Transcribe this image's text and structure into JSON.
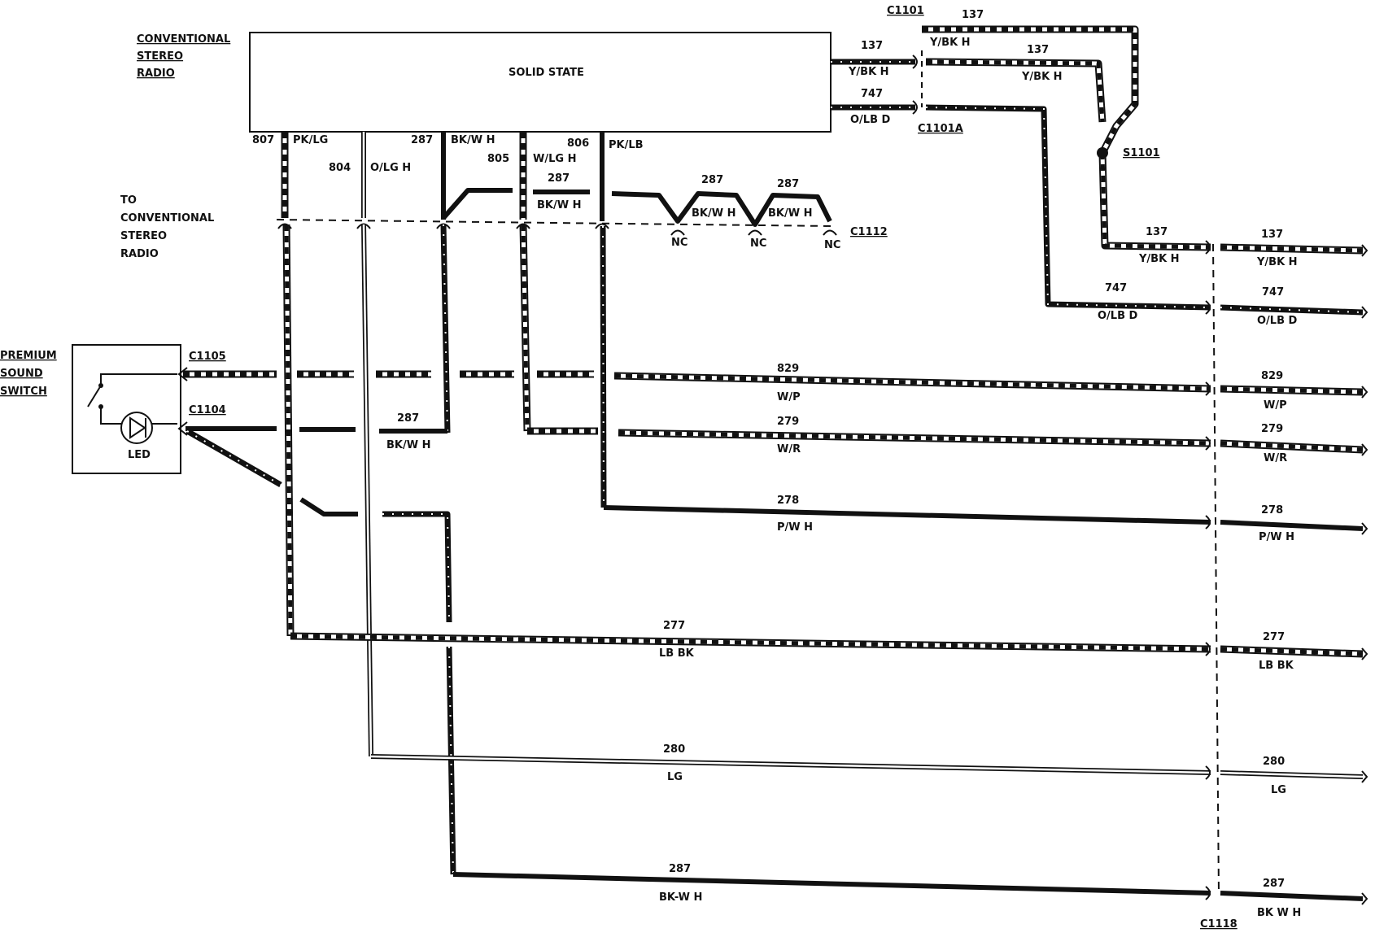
{
  "radio_block": {
    "heading_lines": [
      "CONVENTIONAL",
      "STEREO",
      "RADIO"
    ],
    "body_text": "SOLID STATE"
  },
  "to_radio_lines": [
    "TO",
    "CONVENTIONAL",
    "STEREO",
    "RADIO"
  ],
  "switch_block": {
    "heading_lines": [
      "PREMIUM",
      "SOUND",
      "SWITCH"
    ],
    "led_text": "LED"
  },
  "connectors": {
    "c1101": "C1101",
    "c1101a": "C1101A",
    "s1101": "S1101",
    "c1112": "C1112",
    "c1105": "C1105",
    "c1104": "C1104",
    "c1118": "C1118"
  },
  "radio_pins": [
    {
      "circuit": "807",
      "color": "PK/LG"
    },
    {
      "circuit": "804",
      "color": "O/LG H"
    },
    {
      "circuit": "287",
      "color": "BK/W H"
    },
    {
      "circuit": "805",
      "color": "W/LG H"
    },
    {
      "circuit": "806",
      "color": "PK/LB"
    }
  ],
  "jumper_labels": [
    {
      "circuit": "287",
      "color": "BK/W H"
    },
    {
      "circuit": "287",
      "color": "BK/W H"
    },
    {
      "circuit": "287",
      "color": "BK/W H"
    }
  ],
  "nc_label": "NC",
  "top_wires": {
    "w137_radio": {
      "circuit": "137",
      "color": "Y/BK H"
    },
    "w747_radio": {
      "circuit": "747",
      "color": "O/LB D"
    },
    "w137_loop": {
      "circuit": "137"
    },
    "w137_top": {
      "circuit": "137",
      "color": "Y/BK H"
    },
    "w137_right": {
      "circuit": "137",
      "color": "Y/BK H"
    },
    "w137_end": {
      "circuit": "137",
      "color": "Y/BK H"
    },
    "w747_mid": {
      "circuit": "747",
      "color": "O/LB D"
    },
    "w747_end": {
      "circuit": "747",
      "color": "O/LB D"
    }
  },
  "left_287": {
    "circuit": "287",
    "color": "BK/W H"
  },
  "long_wires": [
    {
      "circuit": "829",
      "color": "W/P"
    },
    {
      "circuit": "279",
      "color": "W/R"
    },
    {
      "circuit": "278",
      "color": "P/W H"
    },
    {
      "circuit": "277",
      "color": "LB BK"
    },
    {
      "circuit": "280",
      "color": "LG"
    },
    {
      "circuit": "287",
      "color": "BK-W H"
    }
  ],
  "end_wires": [
    {
      "circuit": "829",
      "color": "W/P"
    },
    {
      "circuit": "279",
      "color": "W/R"
    },
    {
      "circuit": "278",
      "color": "P/W H"
    },
    {
      "circuit": "277",
      "color": "LB BK"
    },
    {
      "circuit": "280",
      "color": "LG"
    },
    {
      "circuit": "287",
      "color": "BK W H"
    }
  ]
}
